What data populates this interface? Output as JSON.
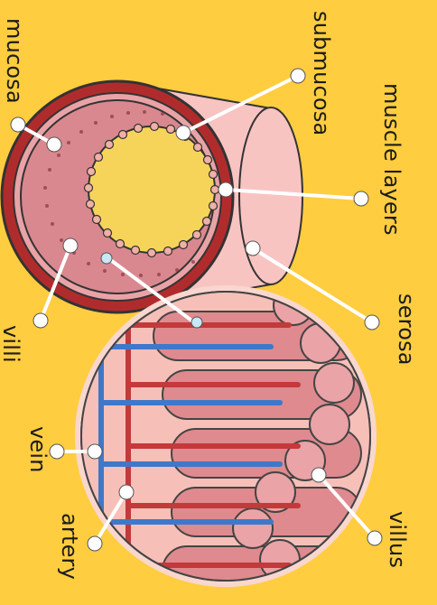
{
  "diagram": {
    "labels": {
      "mucosa": "mucosa",
      "submucosa": "submucosa",
      "muscle_layers": "muscle layers",
      "serosa": "serosa",
      "villi": "villi",
      "vein": "vein",
      "artery": "artery",
      "villus": "villus"
    },
    "colors": {
      "background": "#ffcd3f",
      "outer_tube": "#f8c4c2",
      "muscle": "#b02c2c",
      "mucosa": "#d9888f",
      "artery": "#c23a3a",
      "vein": "#3f78c8",
      "villus": "#d97a80"
    }
  }
}
